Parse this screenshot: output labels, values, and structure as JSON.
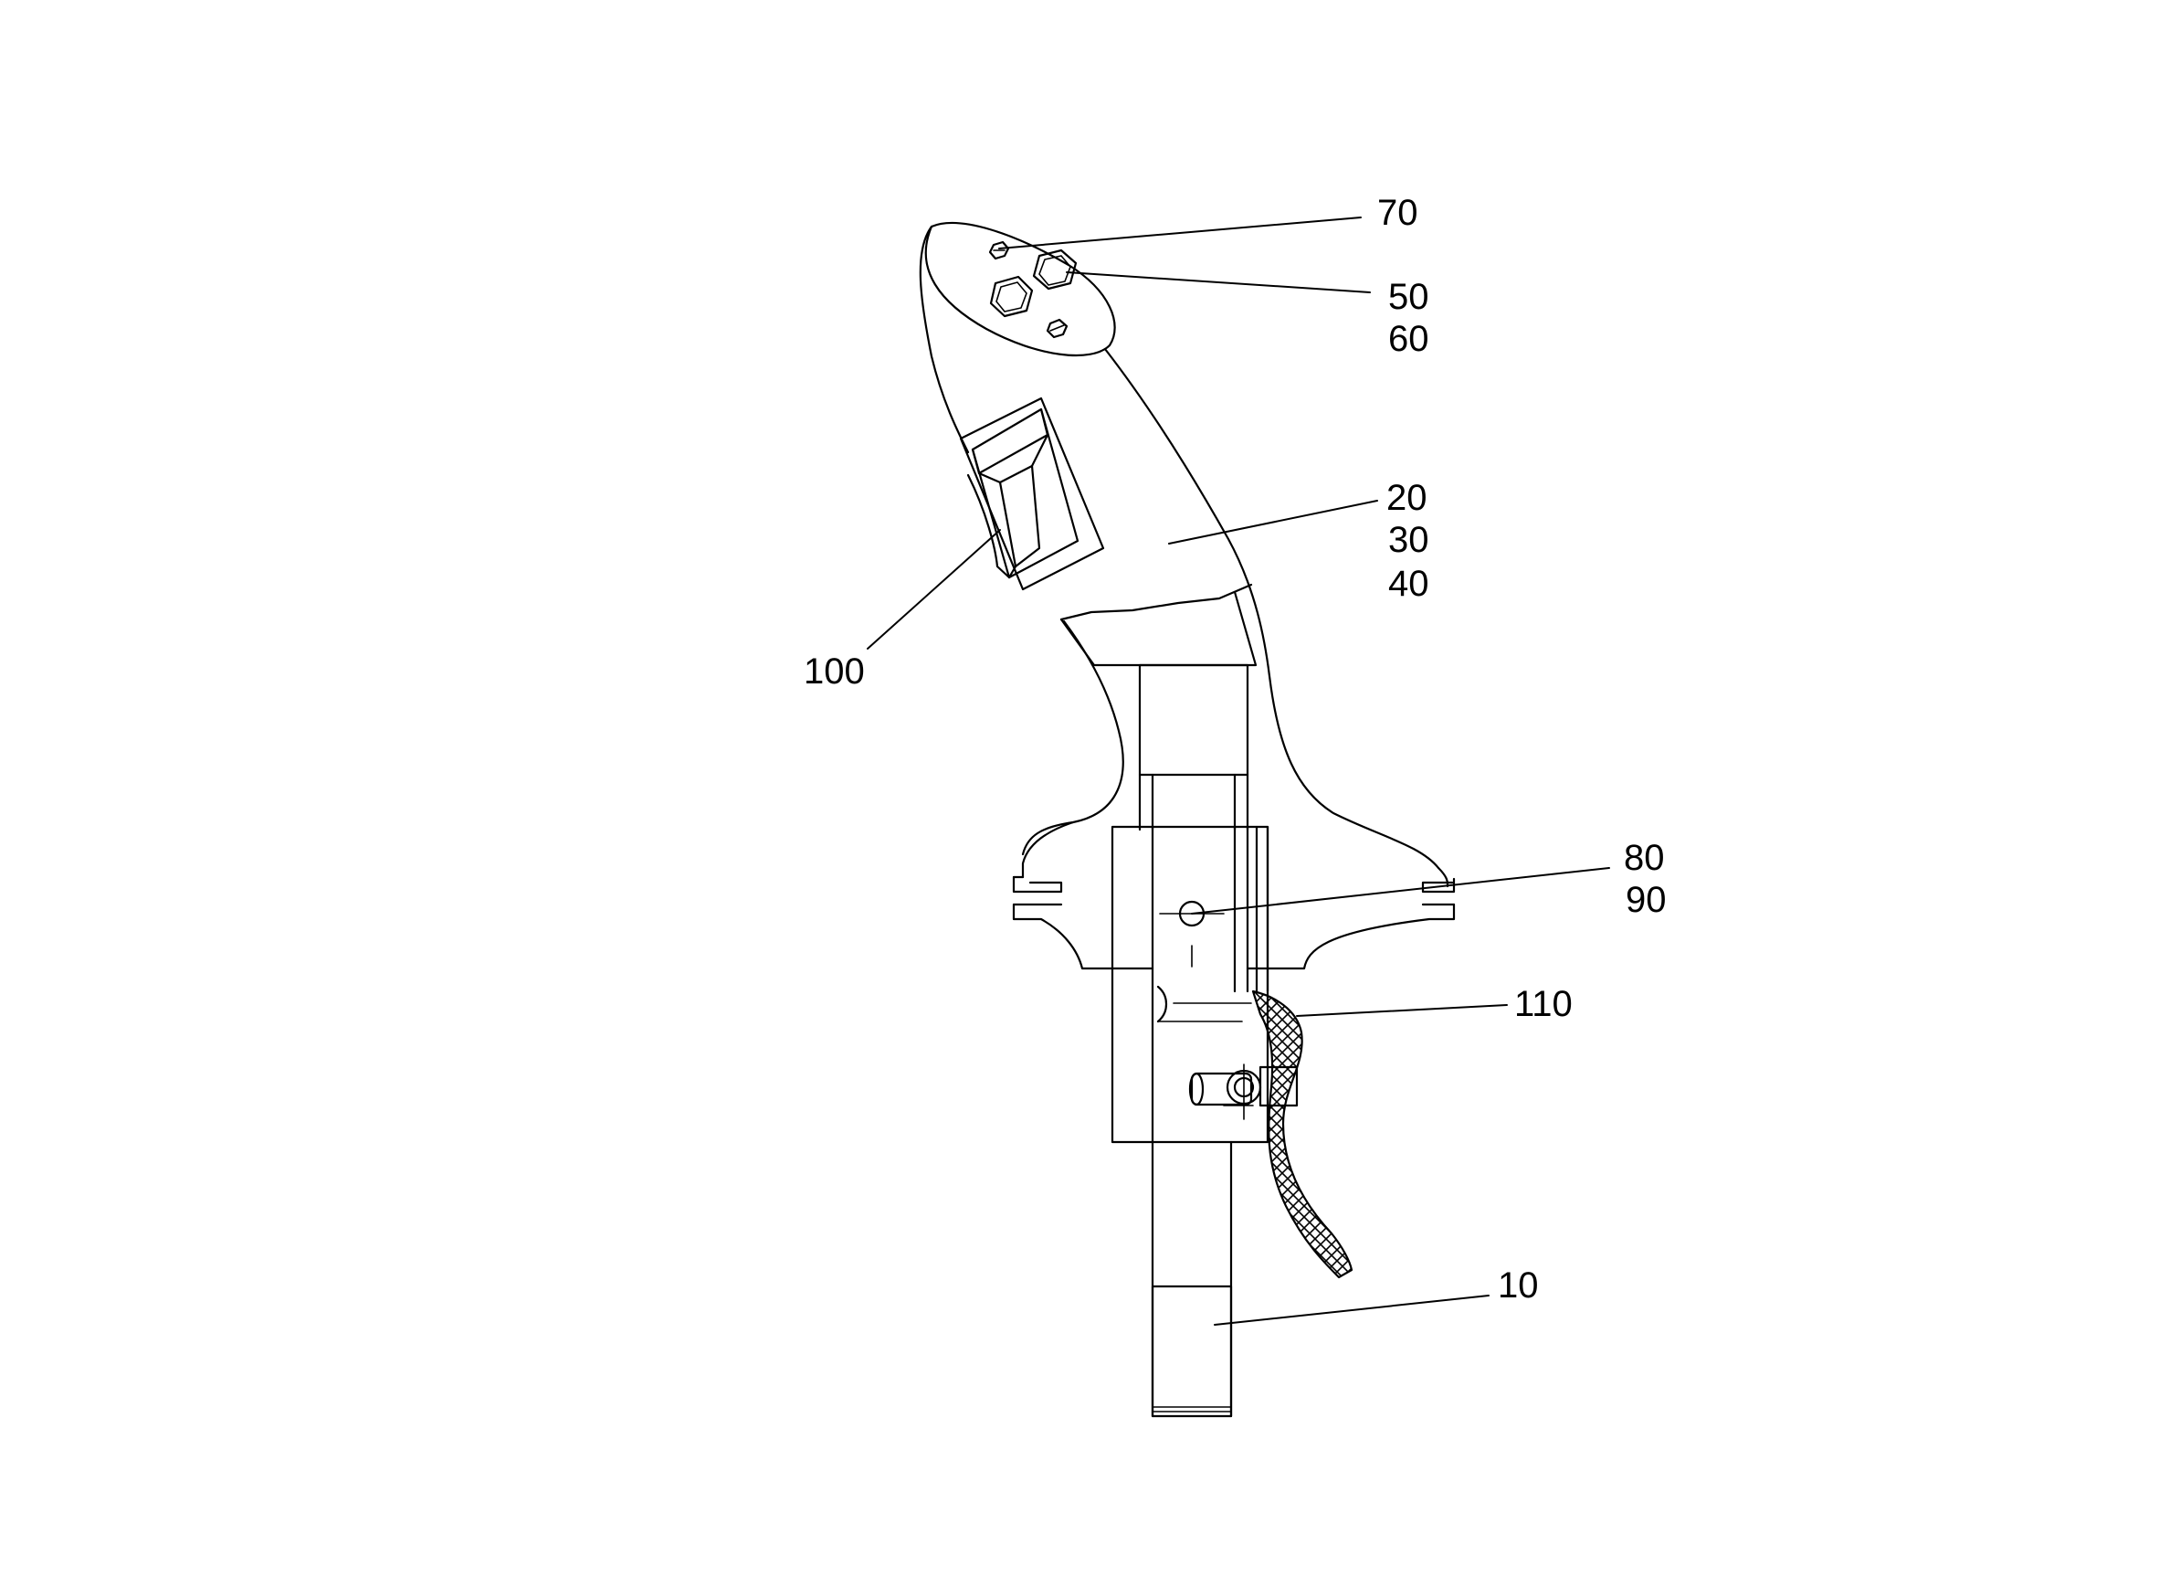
{
  "figure": {
    "labels": {
      "l70": "70",
      "l50": "50",
      "l60": "60",
      "l20": "20",
      "l30": "30",
      "l40": "40",
      "l100": "100",
      "l80": "80",
      "l90": "90",
      "l110": "110",
      "l10": "10"
    },
    "line_color": "#000000",
    "background_color": "#ffffff"
  }
}
